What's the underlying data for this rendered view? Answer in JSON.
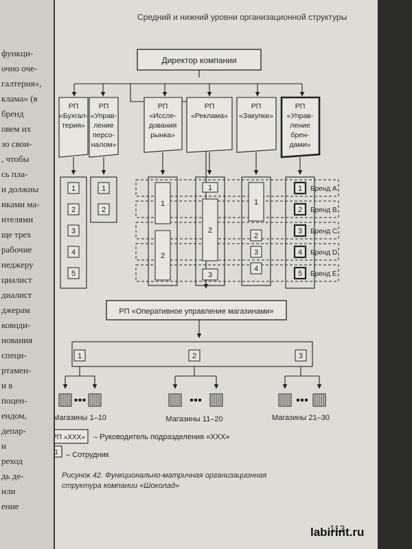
{
  "left_page": {
    "fragments": [
      "функци-",
      "очно оче-",
      "галтерия»,",
      "клама» (в",
      "бренд",
      "овем их",
      "зо свои-",
      ", чтобы",
      "сь пла-",
      "и должны",
      "иками ма-",
      "ителями",
      "ще трех",
      "рабочие",
      "неджеру",
      "циалист",
      "диалист",
      "джерам",
      "ководи-",
      "нования",
      "специ-",
      "ртамен-",
      "и в",
      "поцен-",
      "ендом,",
      "депар-",
      "и",
      "реход",
      "дь де-",
      "или",
      "ение"
    ]
  },
  "running_header": "Средний и нижний уровни организационной структуры",
  "diagram": {
    "director": "Директор компании",
    "departments": [
      {
        "lines": [
          "РП",
          "«Бухгал-",
          "терия»"
        ]
      },
      {
        "lines": [
          "РП",
          "«Управ-",
          "ление",
          "персо-",
          "налом»"
        ]
      },
      {
        "lines": [
          "РП",
          "«Иссле-",
          "дования",
          "рынка»"
        ]
      },
      {
        "lines": [
          "РП",
          "«Реклама»"
        ]
      },
      {
        "lines": [
          "РП",
          "«Закупки»"
        ]
      },
      {
        "lines": [
          "РП",
          "«Управ-",
          "ление",
          "брен-",
          "дами»"
        ]
      }
    ],
    "accounting_staff": [
      "1",
      "2",
      "3",
      "4",
      "5"
    ],
    "hr_staff": [
      "1",
      "2"
    ],
    "research_staff": [
      "1",
      "2"
    ],
    "advertising_staff": [
      "1",
      "2",
      "3"
    ],
    "purchasing_staff": [
      "1",
      "2",
      "3",
      "4"
    ],
    "brand_staff": [
      "1",
      "2",
      "3",
      "4",
      "5"
    ],
    "brands": [
      "Бренд A",
      "Бренд B",
      "Бренд C",
      "Бренд D",
      "Бренд E"
    ],
    "operations": "РП «Оперативное управление магазинами»",
    "store_managers": [
      "1",
      "2",
      "3"
    ],
    "store_groups": [
      "Магазины 1–10",
      "Магазины 11–20",
      "Магазины 21–30"
    ],
    "legend": {
      "manager_box": "РП «XXX»",
      "manager_text": "– Руководитель подразделения «XXX»",
      "staff_box": "1",
      "staff_text": "– Сотрудник"
    }
  },
  "caption": "Рисунок 42. Функционально-матричная организационная структура компании «Шоколад»",
  "page_number": "113",
  "watermark": "labirint.ru"
}
